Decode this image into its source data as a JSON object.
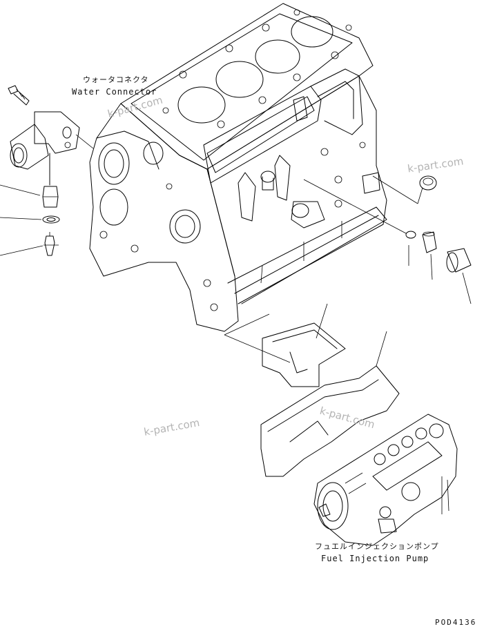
{
  "labels": {
    "water_connector_jp": "ウォータコネクタ",
    "water_connector_en": "Water Connector",
    "fuel_pump_jp": "フュエルインジェクションポンプ",
    "fuel_pump_en": "Fuel Injection Pump",
    "drawing_code": "POD4136"
  },
  "watermarks": [
    "k-part.com",
    "k-part.com",
    "k-part.com",
    "k-part.com"
  ]
}
